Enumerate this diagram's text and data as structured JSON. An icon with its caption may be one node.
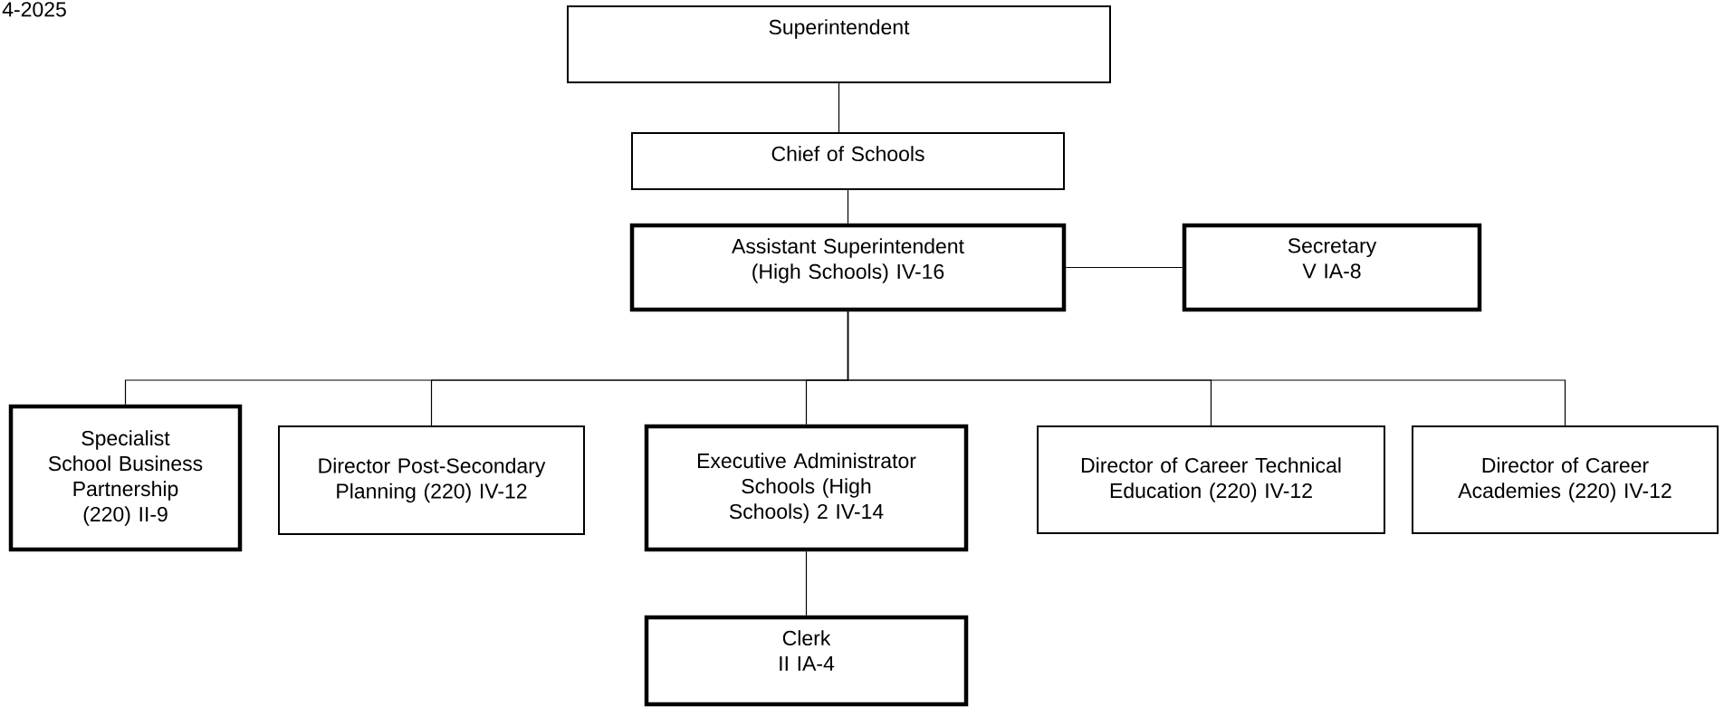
{
  "diagram": {
    "nodes": [
      {
        "text": [
          "Superintendent"
        ]
      },
      {
        "text": [
          "Chief of Schools"
        ]
      },
      {
        "text": [
          "Assistant Superintendent (High Schools) IV-16"
        ]
      },
      {
        "text": [
          "Secretary V IA-8"
        ]
      },
      {
        "text": [
          "Specialist School Business Partnership (220) II-9"
        ]
      },
      {
        "text": [
          "Director Post-Secondary Planning (220) IV-12"
        ]
      },
      {
        "text": [
          "Executive Administrator Schools (High Schools) 2 IV-14"
        ]
      },
      {
        "text": [
          "Director of Career Technical Education (220) IV-12"
        ]
      },
      {
        "text": [
          "Director of Career Academies (220) IV-12"
        ]
      },
      {
        "text": [
          "Clerk II IA-4"
        ]
      }
    ],
    "edges": [
      {
        "from": 0,
        "to": 1,
        "arrow": "none"
      },
      {
        "from": 1,
        "to": 2,
        "arrow": "none"
      },
      {
        "from": 2,
        "to": 3,
        "arrow": "none"
      },
      {
        "from": 2,
        "to": 4,
        "arrow": "none"
      },
      {
        "from": 2,
        "to": 5,
        "arrow": "none"
      },
      {
        "from": 2,
        "to": 6,
        "arrow": "none"
      },
      {
        "from": 2,
        "to": 7,
        "arrow": "none"
      },
      {
        "from": 2,
        "to": 8,
        "arrow": "none"
      },
      {
        "from": 6,
        "to": 9,
        "arrow": "none"
      }
    ],
    "labels": [
      "4-2025"
    ]
  }
}
